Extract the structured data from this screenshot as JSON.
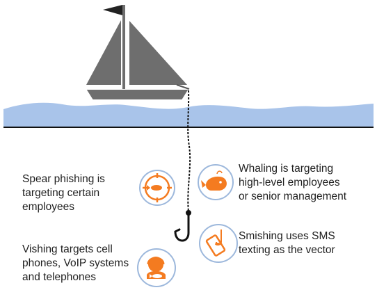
{
  "labels": {
    "spear_phishing": "Spear phishing is\ntargeting certain\nemployees",
    "whaling": "Whaling is targeting\nhigh-level employees\nor senior management",
    "smishing": "Smishing uses SMS\ntexting as the vector",
    "vishing": "Vishing targets cell\nphones, VoIP systems\nand telephones"
  },
  "icons": {
    "spear_phishing": "target-fish-icon",
    "whaling": "whale-icon",
    "smishing": "phone-hook-icon",
    "vishing": "headset-fish-icon"
  },
  "colors": {
    "accent_orange": "#F47B20",
    "icon_circle_border": "#9DB8DC",
    "water": "#A9C4EA",
    "boat_gray": "#6E6E6E",
    "line_black": "#111111"
  }
}
